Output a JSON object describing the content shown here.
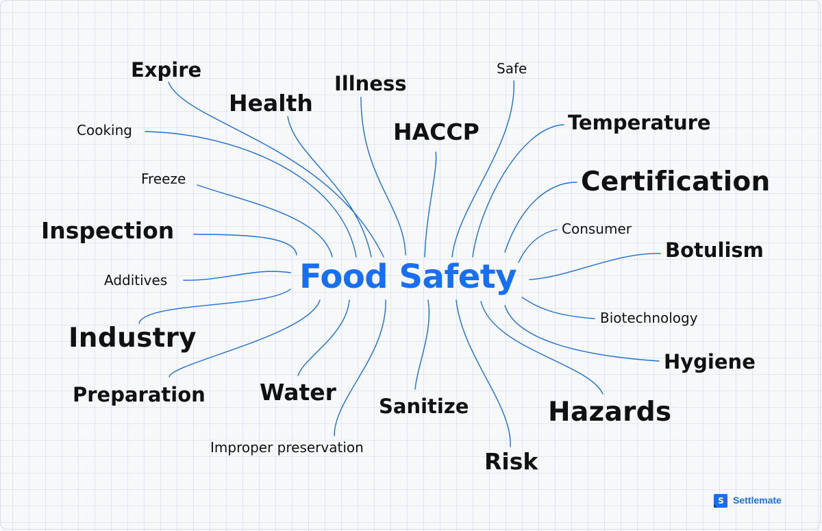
{
  "central_term": "Food Safety",
  "colors": {
    "accent": "#1a6ff0",
    "connector": "#1d6ddd",
    "text": "#111111",
    "grid": "#e1e5ec"
  },
  "terms": {
    "expire": "Expire",
    "health": "Health",
    "illness": "Illness",
    "safe": "Safe",
    "cooking": "Cooking",
    "haccp": "HACCP",
    "temperature": "Temperature",
    "freeze": "Freeze",
    "certification": "Certification",
    "inspection": "Inspection",
    "consumer": "Consumer",
    "botulism": "Botulism",
    "additives": "Additives",
    "biotechnology": "Biotechnology",
    "industry": "Industry",
    "hygiene": "Hygiene",
    "preparation": "Preparation",
    "water": "Water",
    "sanitize": "Sanitize",
    "hazards": "Hazards",
    "improper_preservation": "Improper preservation",
    "risk": "Risk"
  },
  "brand": {
    "name": "Settlemate",
    "icon": "settlemate-logo-icon",
    "icon_letter": "S"
  }
}
